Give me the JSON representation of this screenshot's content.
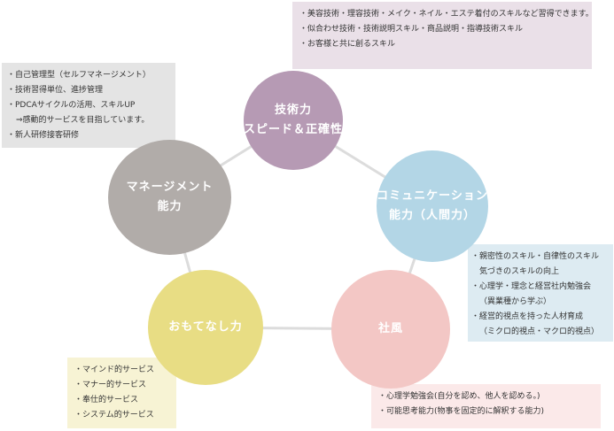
{
  "colors": {
    "connector": "#dcdcdc",
    "gijutsu": "#b69ab4",
    "communication": "#b3d6e6",
    "shafu": "#f3c7c5",
    "omotenashi": "#e8dd84",
    "management": "#b1aca9",
    "box_gijutsu": "#eae0e8",
    "box_management": "#e4e4e4",
    "box_communication": "#ddebf2",
    "box_omotenashi": "#f7f3d4",
    "box_shafu": "#fbe9e9"
  },
  "circles": {
    "gijutsu": {
      "line1": "技術力",
      "line2": "（スピード＆正確性）"
    },
    "communication": {
      "line1": "コミュニケーション",
      "line2": "能力（人間力）"
    },
    "shafu": {
      "line1": "社風"
    },
    "omotenashi": {
      "line1": "おもてなし力"
    },
    "management": {
      "line1": "マネージメント",
      "line2": "能力"
    }
  },
  "boxes": {
    "gijutsu": [
      "・美容技術・理容技術・メイク・ネイル・エステ着付のスキルなど習得できます。",
      "・似合わせ技術・技術説明スキル・商品説明・指導技術スキル",
      "・お客様と共に創るスキル"
    ],
    "management": [
      "・自己管理型（セルフマネージメント）",
      "・技術習得単位、進捗管理",
      "・PDCAサイクルの活用、スキルUP",
      "⇒感動的サービスを目指しています。",
      "・新人研修接客研修"
    ],
    "communication": [
      "・親密性のスキル・自律性のスキル",
      "気づきのスキルの向上",
      "・心理学・理念と経営社内勉強会",
      "（異業種から学ぶ）",
      "・経営的視点を持った人材育成",
      "（ミクロ的視点・マクロ的視点）"
    ],
    "omotenashi": [
      "・マインド的サービス",
      "・マナー的サービス",
      "・奉仕的サービス",
      "・システム的サービス"
    ],
    "shafu": [
      "・心理学勉強会(自分を認め、他人を認める。)",
      "・可能思考能力(物事を固定的に解釈する能力)"
    ]
  }
}
